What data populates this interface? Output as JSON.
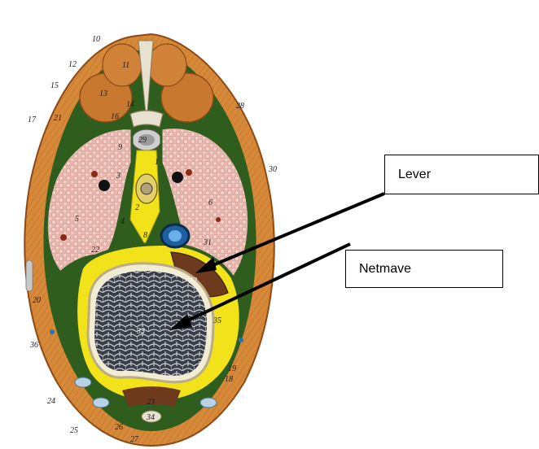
{
  "callouts": [
    {
      "label": "Lever"
    },
    {
      "label": "Netmave"
    }
  ],
  "structure_numbers": [
    "10",
    "11",
    "12",
    "13",
    "14",
    "15",
    "16",
    "17",
    "18",
    "19",
    "20",
    "21",
    "22",
    "23",
    "24",
    "25",
    "26",
    "27",
    "28",
    "29",
    "30",
    "31",
    "32",
    "33",
    "34",
    "35",
    "36",
    "1",
    "2",
    "3",
    "4",
    "5",
    "6",
    "8",
    "9"
  ],
  "colors": {
    "muscle": "#d7893a",
    "muscle_dark": "#a85f22",
    "lung_tissue": "#e9b9b0",
    "fat_yellow": "#f2e21a",
    "pleura_green": "#2f5d1e",
    "liver_brown": "#6e3a1e",
    "bone": "#e7e1cf",
    "arrow": "#000000"
  }
}
